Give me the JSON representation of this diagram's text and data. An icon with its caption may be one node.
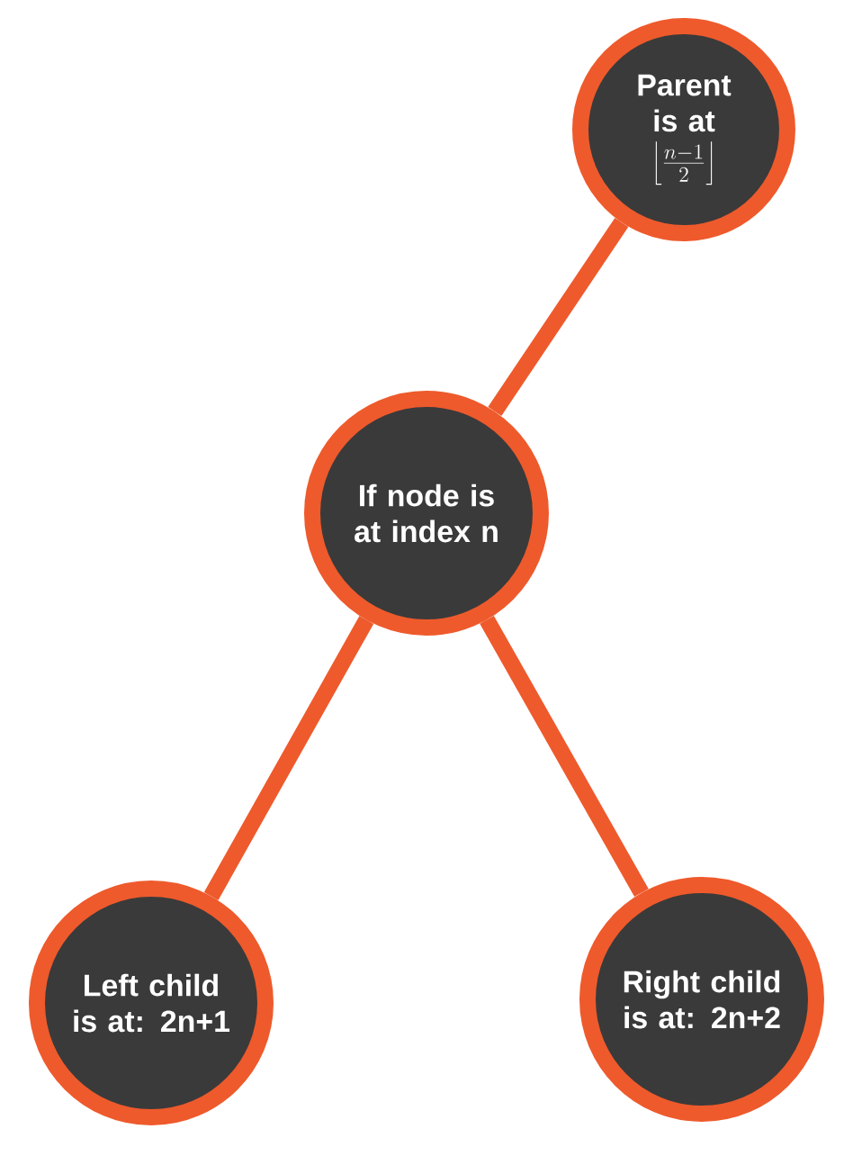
{
  "diagram": {
    "nodes": [
      {
        "text": [
          "Parent is at",
          "\\left\\lfloor \\frac{n-1}{2} \\right\\rfloor"
        ]
      },
      {
        "text": [
          "If node is at index n"
        ]
      },
      {
        "text": [
          "Left child is at: 2n+1"
        ]
      },
      {
        "text": [
          "Right child is at: 2n+2"
        ]
      }
    ],
    "edges": [
      {
        "from": 1,
        "to": 0,
        "arrow": "none"
      },
      {
        "from": 1,
        "to": 2,
        "arrow": "none"
      },
      {
        "from": 1,
        "to": 3,
        "arrow": "none"
      }
    ]
  }
}
